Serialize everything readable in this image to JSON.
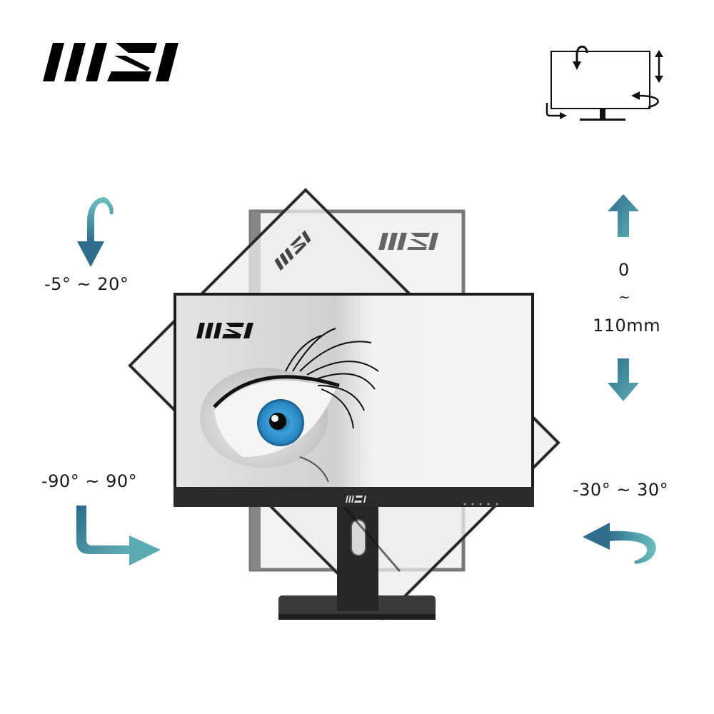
{
  "brand": {
    "name": "MSI",
    "logo_color": "#000000"
  },
  "specs": {
    "tilt": {
      "range": "-5° ~ 20°",
      "icon": "tilt-arrow-icon"
    },
    "pivot": {
      "range": "-90° ~ 90°",
      "icon": "pivot-arrow-icon"
    },
    "height": {
      "from": "0",
      "sep": "~",
      "to": "110mm",
      "icon_up": "arrow-up-icon",
      "icon_down": "arrow-down-icon"
    },
    "swivel": {
      "range": "-30° ~ 30°",
      "icon": "swivel-arrow-icon"
    }
  },
  "diagram_icon": "monitor-adjustment-diagram-icon",
  "monitor": {
    "bezel_logo": "MSI",
    "screen_logo": "MSI",
    "image": "blue eye closeup"
  },
  "colors": {
    "arrow_dark": "#2e6e8c",
    "arrow_light": "#5fb0b5",
    "bezel": "#222222",
    "ghost_bezel": "#666666"
  }
}
